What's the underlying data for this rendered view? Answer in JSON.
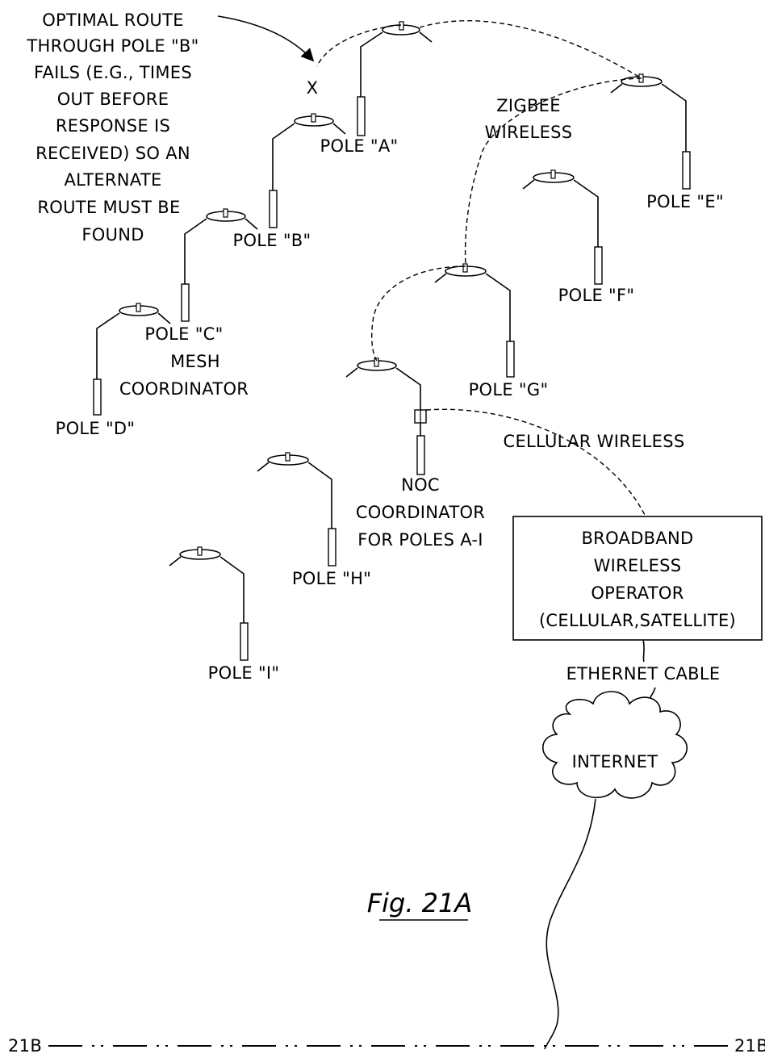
{
  "annotation": [
    "OPTIMAL ROUTE",
    "THROUGH POLE \"B\"",
    "FAILS (E.G., TIMES",
    "OUT BEFORE",
    "RESPONSE IS",
    "RECEIVED) SO AN",
    "ALTERNATE",
    "ROUTE MUST BE",
    "FOUND"
  ],
  "failure_mark": "X",
  "zigbee": [
    "ZIGBEE",
    "WIRELESS"
  ],
  "poles": {
    "a": "POLE \"A\"",
    "b": "POLE \"B\"",
    "c": "POLE \"C\"",
    "d": "POLE \"D\"",
    "e": "POLE \"E\"",
    "f": "POLE \"F\"",
    "g": "POLE \"G\"",
    "h": "POLE \"H\"",
    "i": "POLE \"I\""
  },
  "mesh_coordinator": [
    "MESH",
    "COORDINATOR"
  ],
  "noc_coordinator": [
    "NOC",
    "COORDINATOR",
    "FOR POLES A-I"
  ],
  "cellular": "CELLULAR WIRELESS",
  "operator": [
    "BROADBAND",
    "WIRELESS",
    "OPERATOR",
    "(CELLULAR,SATELLITE)"
  ],
  "ethernet": "ETHERNET CABLE",
  "internet": "INTERNET",
  "figure_label": "Fig. 21A",
  "cut_left": "21B",
  "cut_right": "21B"
}
